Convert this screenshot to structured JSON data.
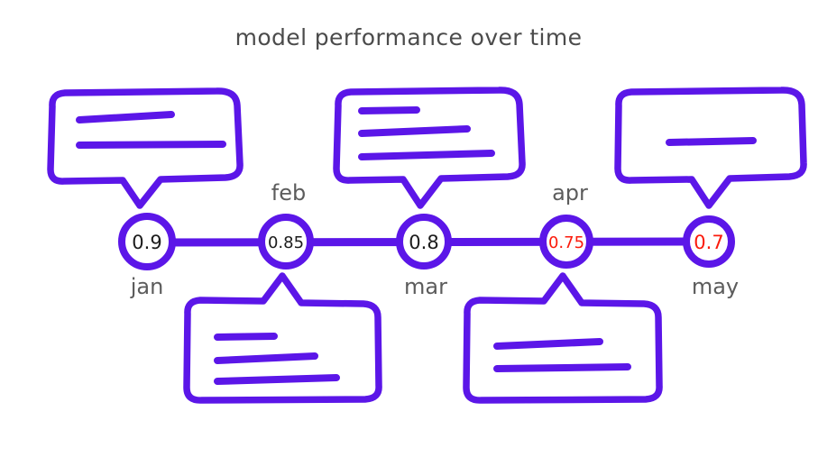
{
  "chart_data": {
    "type": "line",
    "title": "model performance over time",
    "xlabel": "",
    "ylabel": "",
    "categories": [
      "jan",
      "feb",
      "mar",
      "apr",
      "may"
    ],
    "values": [
      0.9,
      0.85,
      0.8,
      0.75,
      0.7
    ],
    "value_labels": [
      "0.9",
      "0.85",
      "0.8",
      "0.75",
      "0.7"
    ],
    "value_states": [
      "normal",
      "normal",
      "normal",
      "alert",
      "alert"
    ],
    "grid": false,
    "legend": "none"
  },
  "diagram": {
    "title": "model performance over time",
    "accent_color": "#5b16e8",
    "alert_color": "#fb1b0c",
    "text_color": "#4b4b4b",
    "background": "#ffffff",
    "nodes": [
      {
        "value": "0.9",
        "month": "jan",
        "month_position": "below",
        "state": "normal"
      },
      {
        "value": "0.85",
        "month": "feb",
        "month_position": "above",
        "state": "normal"
      },
      {
        "value": "0.8",
        "month": "mar",
        "month_position": "below",
        "state": "normal"
      },
      {
        "value": "0.75",
        "month": "apr",
        "month_position": "above",
        "state": "alert"
      },
      {
        "value": "0.7",
        "month": "may",
        "month_position": "below",
        "state": "alert"
      }
    ],
    "callouts": [
      {
        "position": "above",
        "anchor_month": "jan",
        "text_lines": 2
      },
      {
        "position": "below",
        "anchor_month": "feb",
        "text_lines": 3
      },
      {
        "position": "above",
        "anchor_month": "mar",
        "text_lines": 3
      },
      {
        "position": "below",
        "anchor_month": "apr",
        "text_lines": 2
      },
      {
        "position": "above",
        "anchor_month": "may",
        "text_lines": 1
      }
    ]
  }
}
